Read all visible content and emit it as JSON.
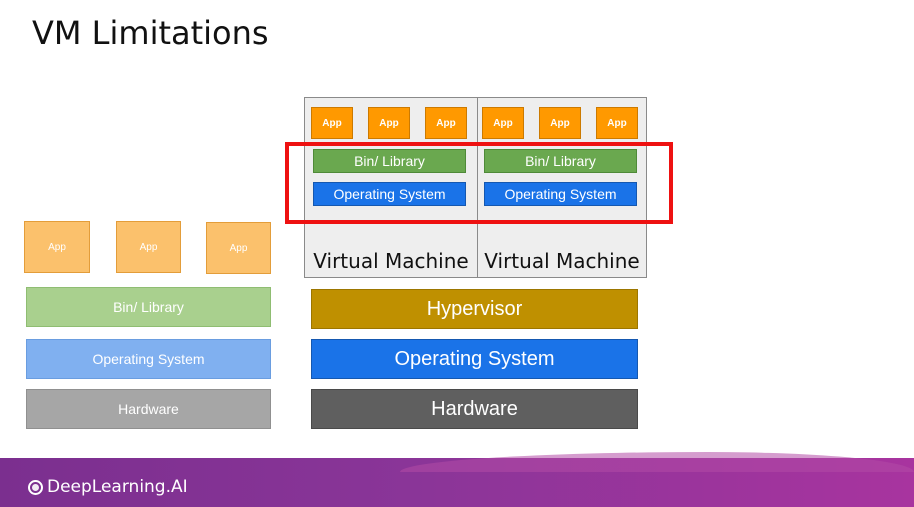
{
  "slide": {
    "title": "VM Limitations"
  },
  "left_stack": {
    "apps": [
      "App",
      "App",
      "App"
    ],
    "bin_library": "Bin/ Library",
    "operating_system": "Operating System",
    "hardware": "Hardware"
  },
  "vm_stack": {
    "machines": [
      {
        "apps": [
          "App",
          "App",
          "App"
        ],
        "bin_library": "Bin/ Library",
        "operating_system": "Operating System",
        "label": "Virtual Machine"
      },
      {
        "apps": [
          "App",
          "App",
          "App"
        ],
        "bin_library": "Bin/ Library",
        "operating_system": "Operating System",
        "label": "Virtual Machine"
      }
    ],
    "hypervisor": "Hypervisor",
    "operating_system": "Operating System",
    "hardware": "Hardware"
  },
  "footer": {
    "brand": "DeepLearning.AI"
  },
  "colors": {
    "app_light": "#fbc16c",
    "app_strong": "#ff9900",
    "bin_light": "#a9d08e",
    "bin_strong": "#6aa84f",
    "os_light": "#80b0f0",
    "os_strong": "#1a73e8",
    "hw_light": "#a6a6a6",
    "hw_strong": "#5f5f5f",
    "hypervisor": "#bf9000",
    "highlight": "#ee1111",
    "footer": "#8a3598"
  }
}
